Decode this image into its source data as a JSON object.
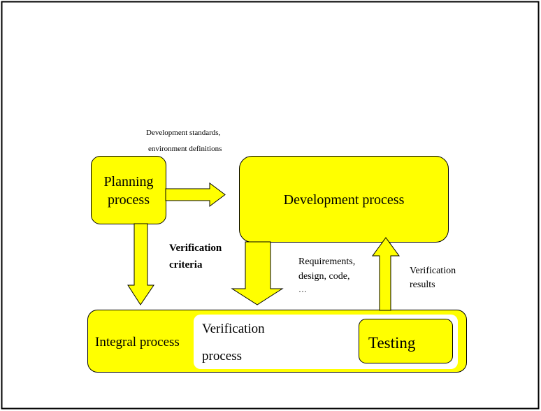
{
  "colors": {
    "fill": "#ffff00",
    "stroke": "#000000",
    "inner": "#ffffff"
  },
  "labels": {
    "standards_line1": "Development standards,",
    "standards_line2": "environment  definitions",
    "planning_line1": "Planning",
    "planning_line2": "process",
    "development": "Development process",
    "criteria_line1": "Verification",
    "criteria_line2": "criteria",
    "requirements_line1": "Requirements,",
    "requirements_line2": "design, code,",
    "requirements_line3": "…",
    "results_line1": "Verification",
    "results_line2": "results",
    "integral": "Integral process",
    "verification_line1": "Verification",
    "verification_line2": "process",
    "testing": "Testing"
  }
}
